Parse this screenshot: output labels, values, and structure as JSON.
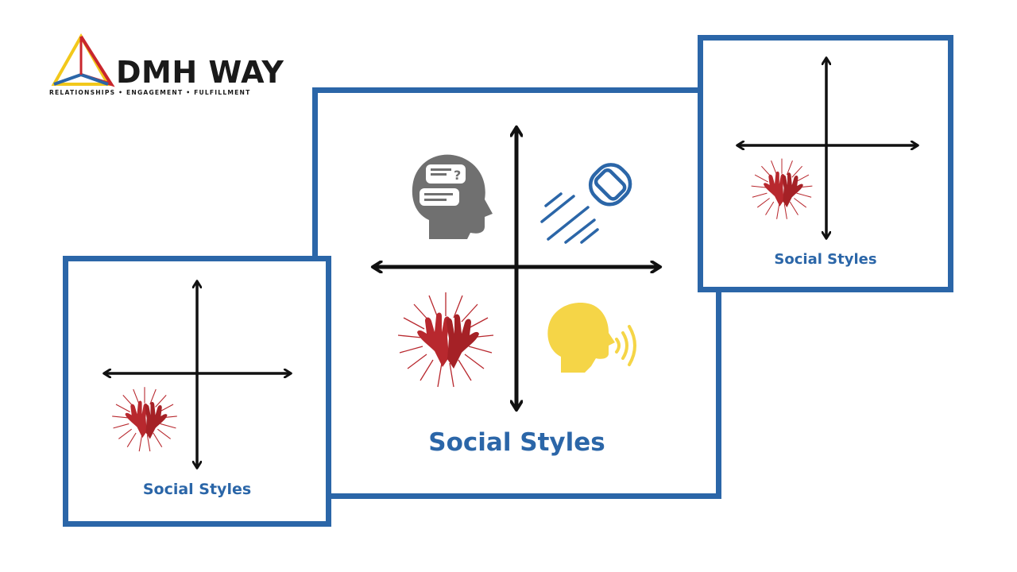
{
  "logo": {
    "name": "DMH WAY",
    "tagline": "RELATIONSHIPS • ENGAGEMENT • FULFILLMENT",
    "colors": {
      "yellow": "#f2c81b",
      "red": "#c9262c",
      "blue": "#2b66a8"
    }
  },
  "panels": {
    "main": {
      "caption": "Social Styles",
      "icons": [
        "thinking-head-icon",
        "speeding-car-icon",
        "clapping-hands-icon",
        "speaking-head-icon"
      ]
    },
    "left": {
      "caption": "Social Styles",
      "icons": [
        "clapping-hands-icon"
      ]
    },
    "right": {
      "caption": "Social Styles",
      "icons": [
        "clapping-hands-icon"
      ]
    }
  },
  "colors": {
    "border": "#2b66a8",
    "caption": "#2b66a8",
    "axis": "#111111",
    "hands": "#b8282e",
    "speaker": "#f5d547",
    "analyst": "#707070"
  }
}
